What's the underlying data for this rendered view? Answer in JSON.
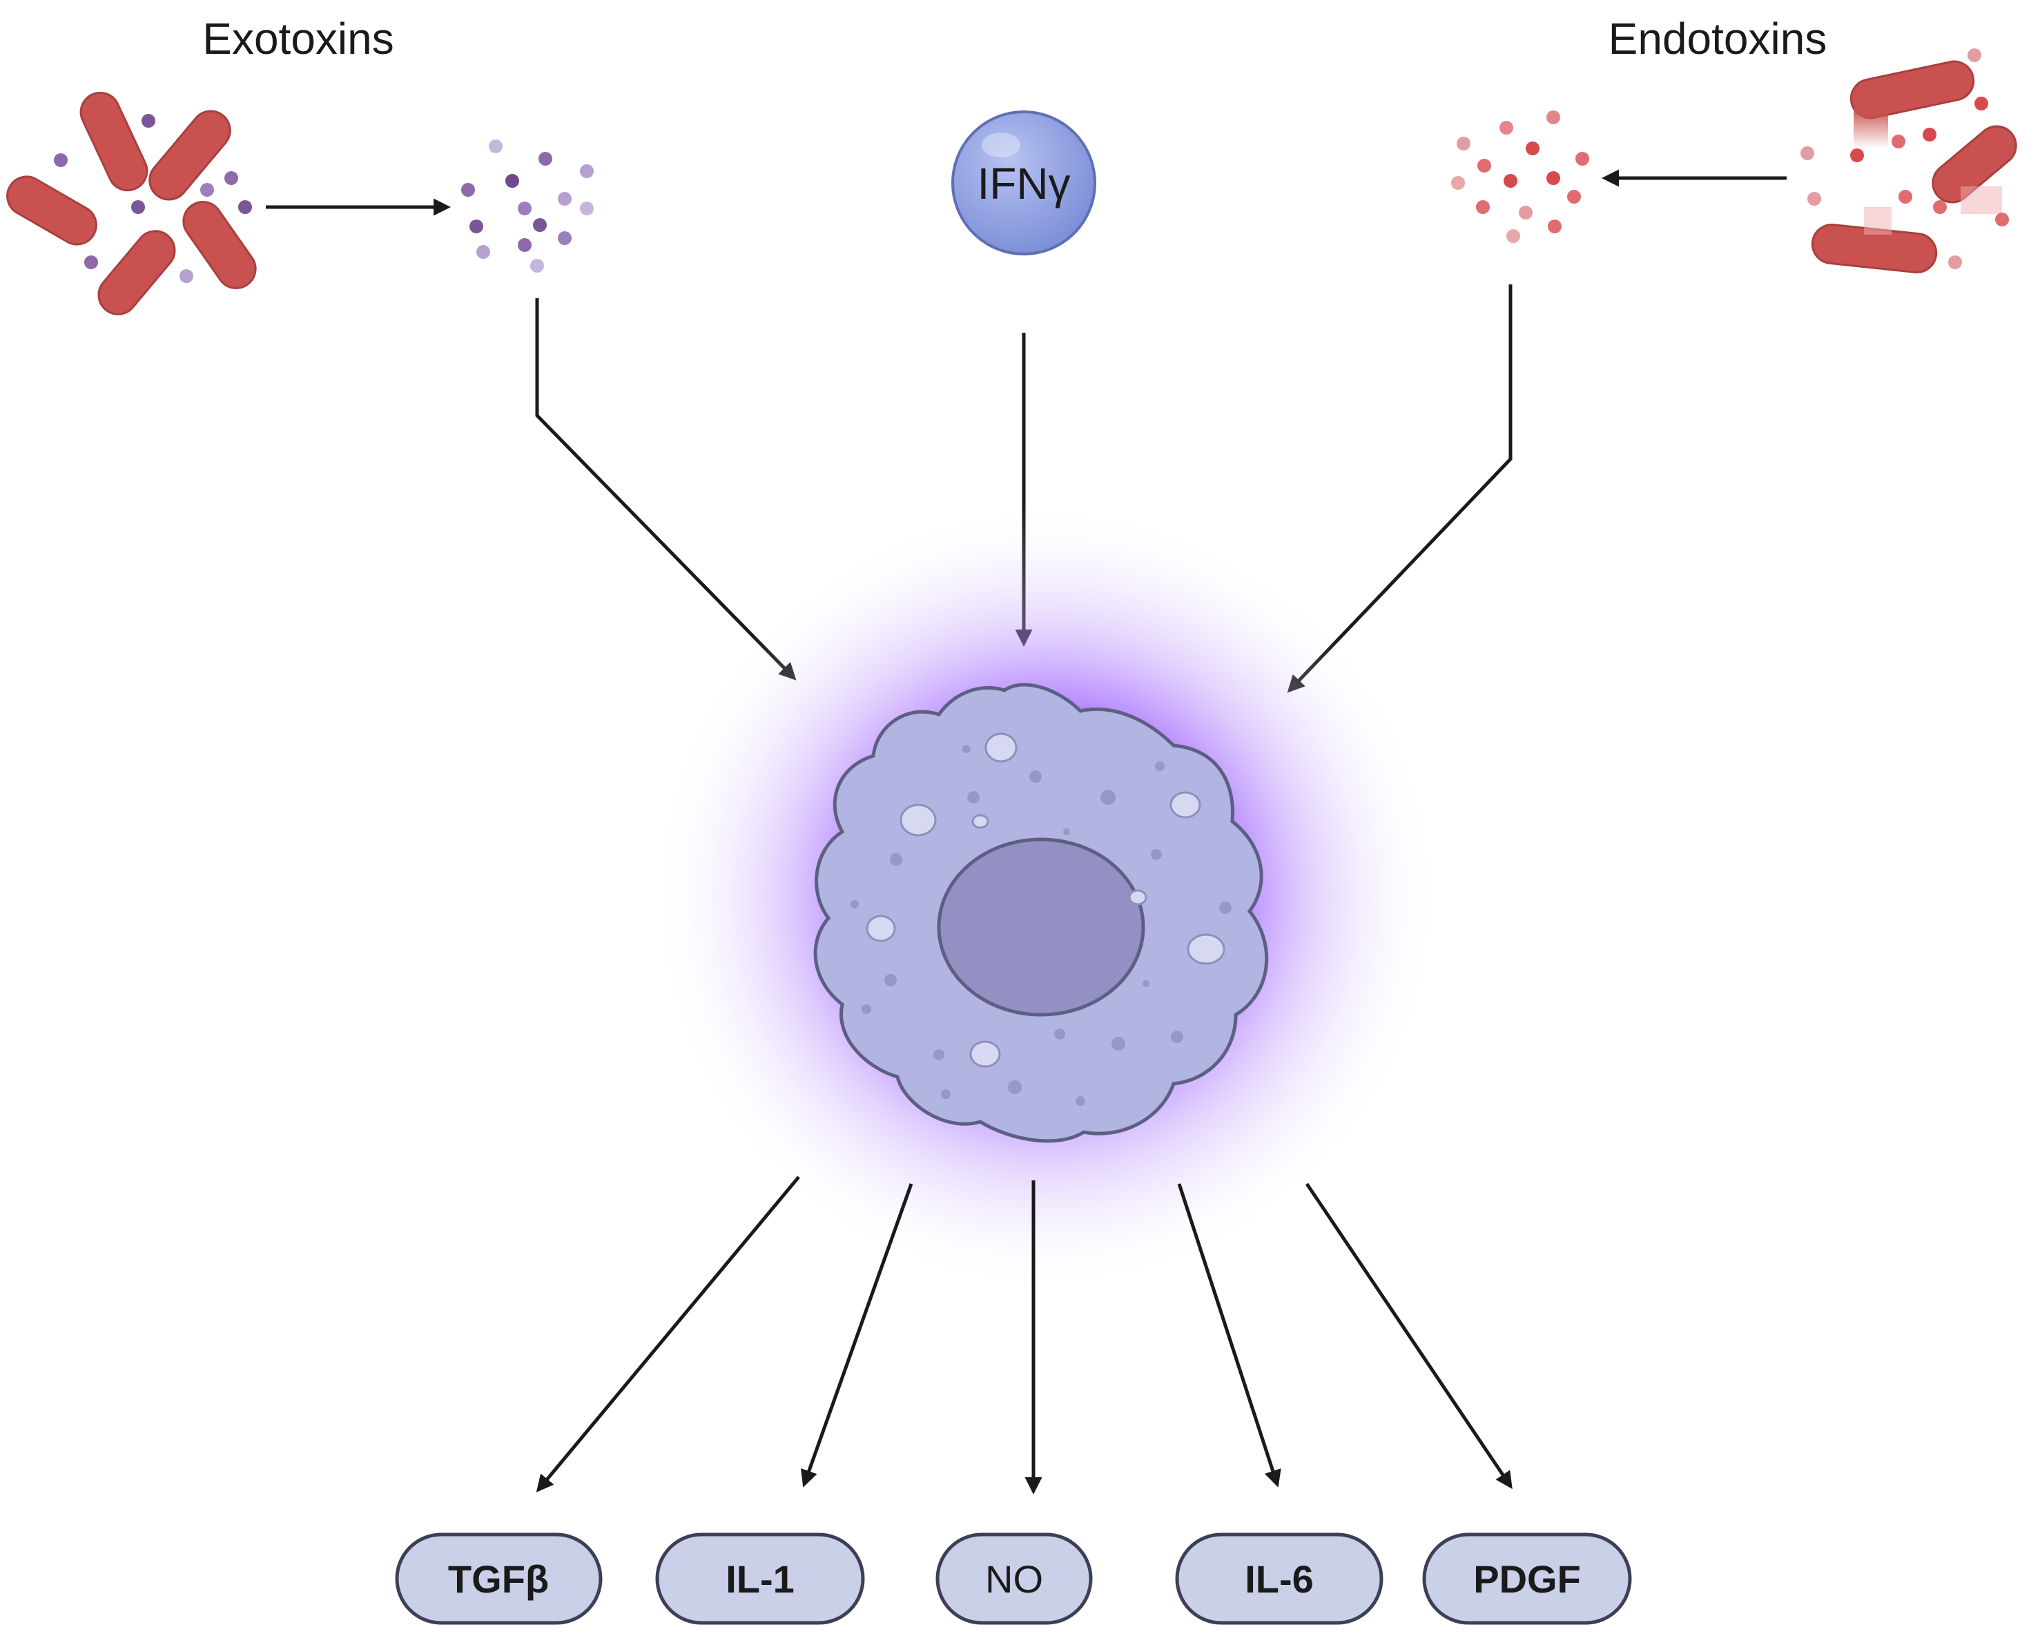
{
  "labels": {
    "exotoxins": "Exotoxins",
    "endotoxins": "Endotoxins",
    "ifn": "IFNγ"
  },
  "outputs": [
    {
      "label": "TGFβ",
      "bold": true
    },
    {
      "label": "IL-1",
      "bold": true
    },
    {
      "label": "NO",
      "bold": false
    },
    {
      "label": "IL-6",
      "bold": true
    },
    {
      "label": "PDGF",
      "bold": true
    }
  ],
  "colors": {
    "bacteria": "#c9514f",
    "exotoxin_dots": "#7a5699",
    "endotoxin_dots": "#d9484b",
    "ifn_fill": "#8c9ee0",
    "cell_body": "#b2b4e2",
    "nucleus": "#9590c4",
    "glow": "#a66bff",
    "pill_fill": "#c9d0e8",
    "arrow": "#1a1a1a"
  }
}
